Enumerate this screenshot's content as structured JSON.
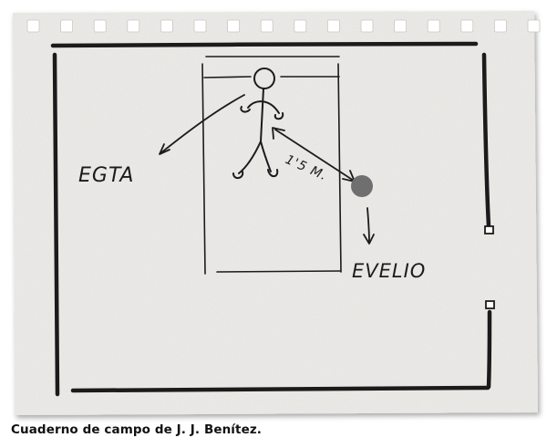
{
  "caption": "Cuaderno de campo de J. J. Benítez.",
  "labels": {
    "egta": "EGTA",
    "distance": "1'5 M.",
    "evelio": "EVELIO"
  },
  "colors": {
    "ink": "#1b1b1b",
    "paper": "#ecebe8",
    "dot": "#6f6f6f"
  }
}
